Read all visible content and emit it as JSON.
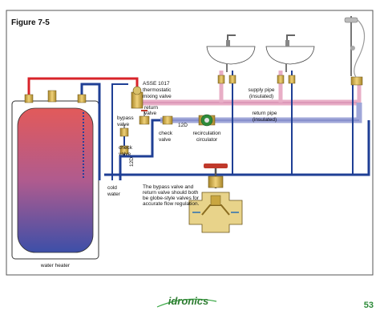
{
  "figure": {
    "label": "Figure 7-5"
  },
  "labels": {
    "asse": "ASSE 1017",
    "thermostatic": "thermostatic",
    "mixing_valve": "mixing valve",
    "return_valve_1": "return",
    "return_valve_2": "valve",
    "bypass_valve_1": "bypass",
    "bypass_valve_2": "valve",
    "check_valve_left_1": "check",
    "check_valve_left_2": "valve",
    "check_valve_mid_1": "check",
    "check_valve_mid_2": "valve",
    "circulator_1": "recirculation",
    "circulator_2": "circulator",
    "supply_pipe_1": "supply pipe",
    "supply_pipe_2": "(insulated)",
    "return_pipe_1": "return pipe",
    "return_pipe_2": "(insulated)",
    "pipe_size_horizontal": "12D",
    "pipe_size_vertical": "12D",
    "cold_water_1": "cold",
    "cold_water_2": "water",
    "water_heater": "water heater",
    "note_1": "The bypass valve and",
    "note_2": "return valve should both",
    "note_3": "be globe-style valves for",
    "note_4": "accurate flow regulation."
  },
  "footer": {
    "logo_text": "idronics",
    "page_number": "53"
  },
  "colors": {
    "hot_pipe": "#d8232a",
    "hot_pipe_insulated": "#e8aec6",
    "cold_pipe": "#1f3f95",
    "cold_pipe_insulated": "#9fa6d8",
    "brass": "#c8a84a",
    "page_number": "#2e8b3a",
    "logo_green": "#3aa845"
  }
}
